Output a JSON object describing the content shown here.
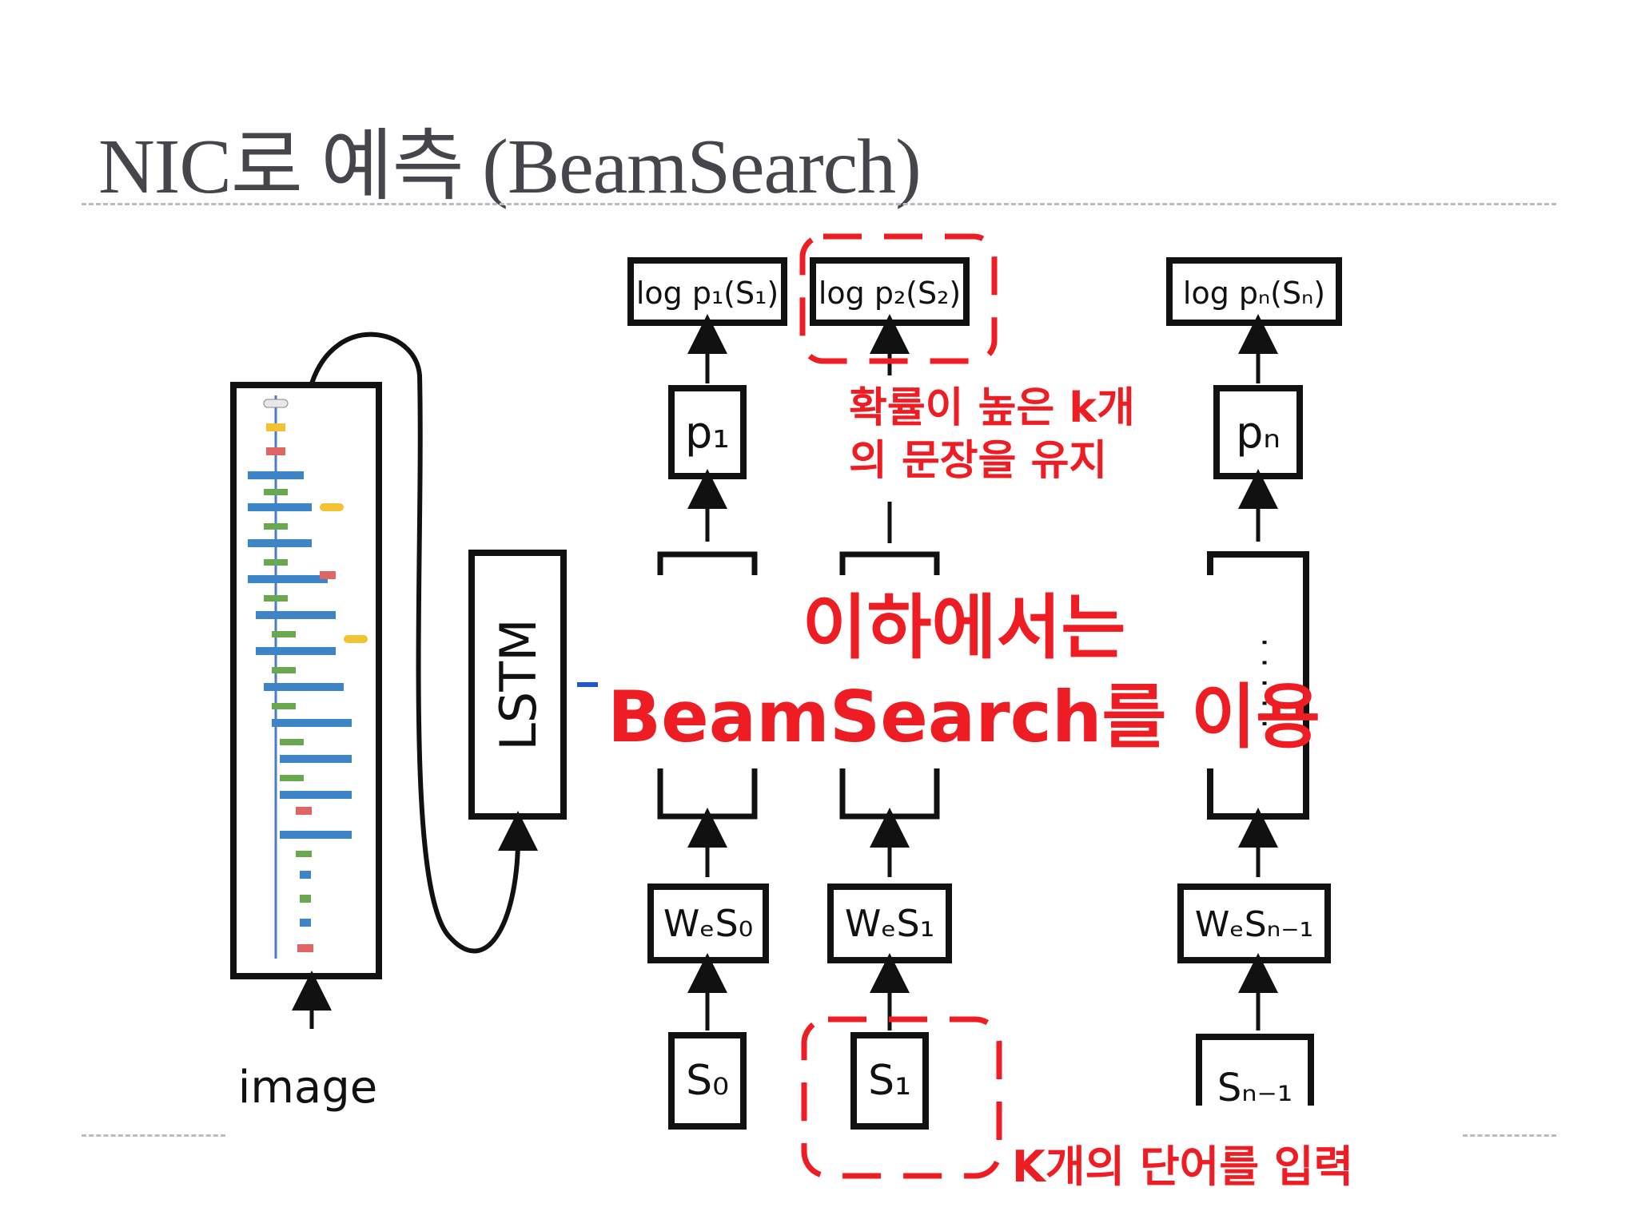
{
  "title": "NIC로 예측 (BeamSearch)",
  "diagram": {
    "image_label": "image",
    "lstm_label": "LSTM",
    "outputs": [
      "log p₁(S₁)",
      "log p₂(S₂)",
      "log pₙ(Sₙ)"
    ],
    "probs": [
      "p₁",
      "pₙ"
    ],
    "embeddings": [
      "WₑS₀",
      "WₑS₁",
      "WₑSₙ₋₁"
    ],
    "inputs": [
      "S₀",
      "S₁",
      "Sₙ₋₁"
    ]
  },
  "annotations": {
    "top_line1": "확률이 높은 k개",
    "top_line2": "의 문장을 유지",
    "center_line1": "이하에서는",
    "center_line2": "BeamSearch를 이용",
    "bottom": "K개의 단어를 입력"
  },
  "colors": {
    "annotation": "#ee1d23",
    "title": "#44464c",
    "rule": "#b9bcc2"
  }
}
